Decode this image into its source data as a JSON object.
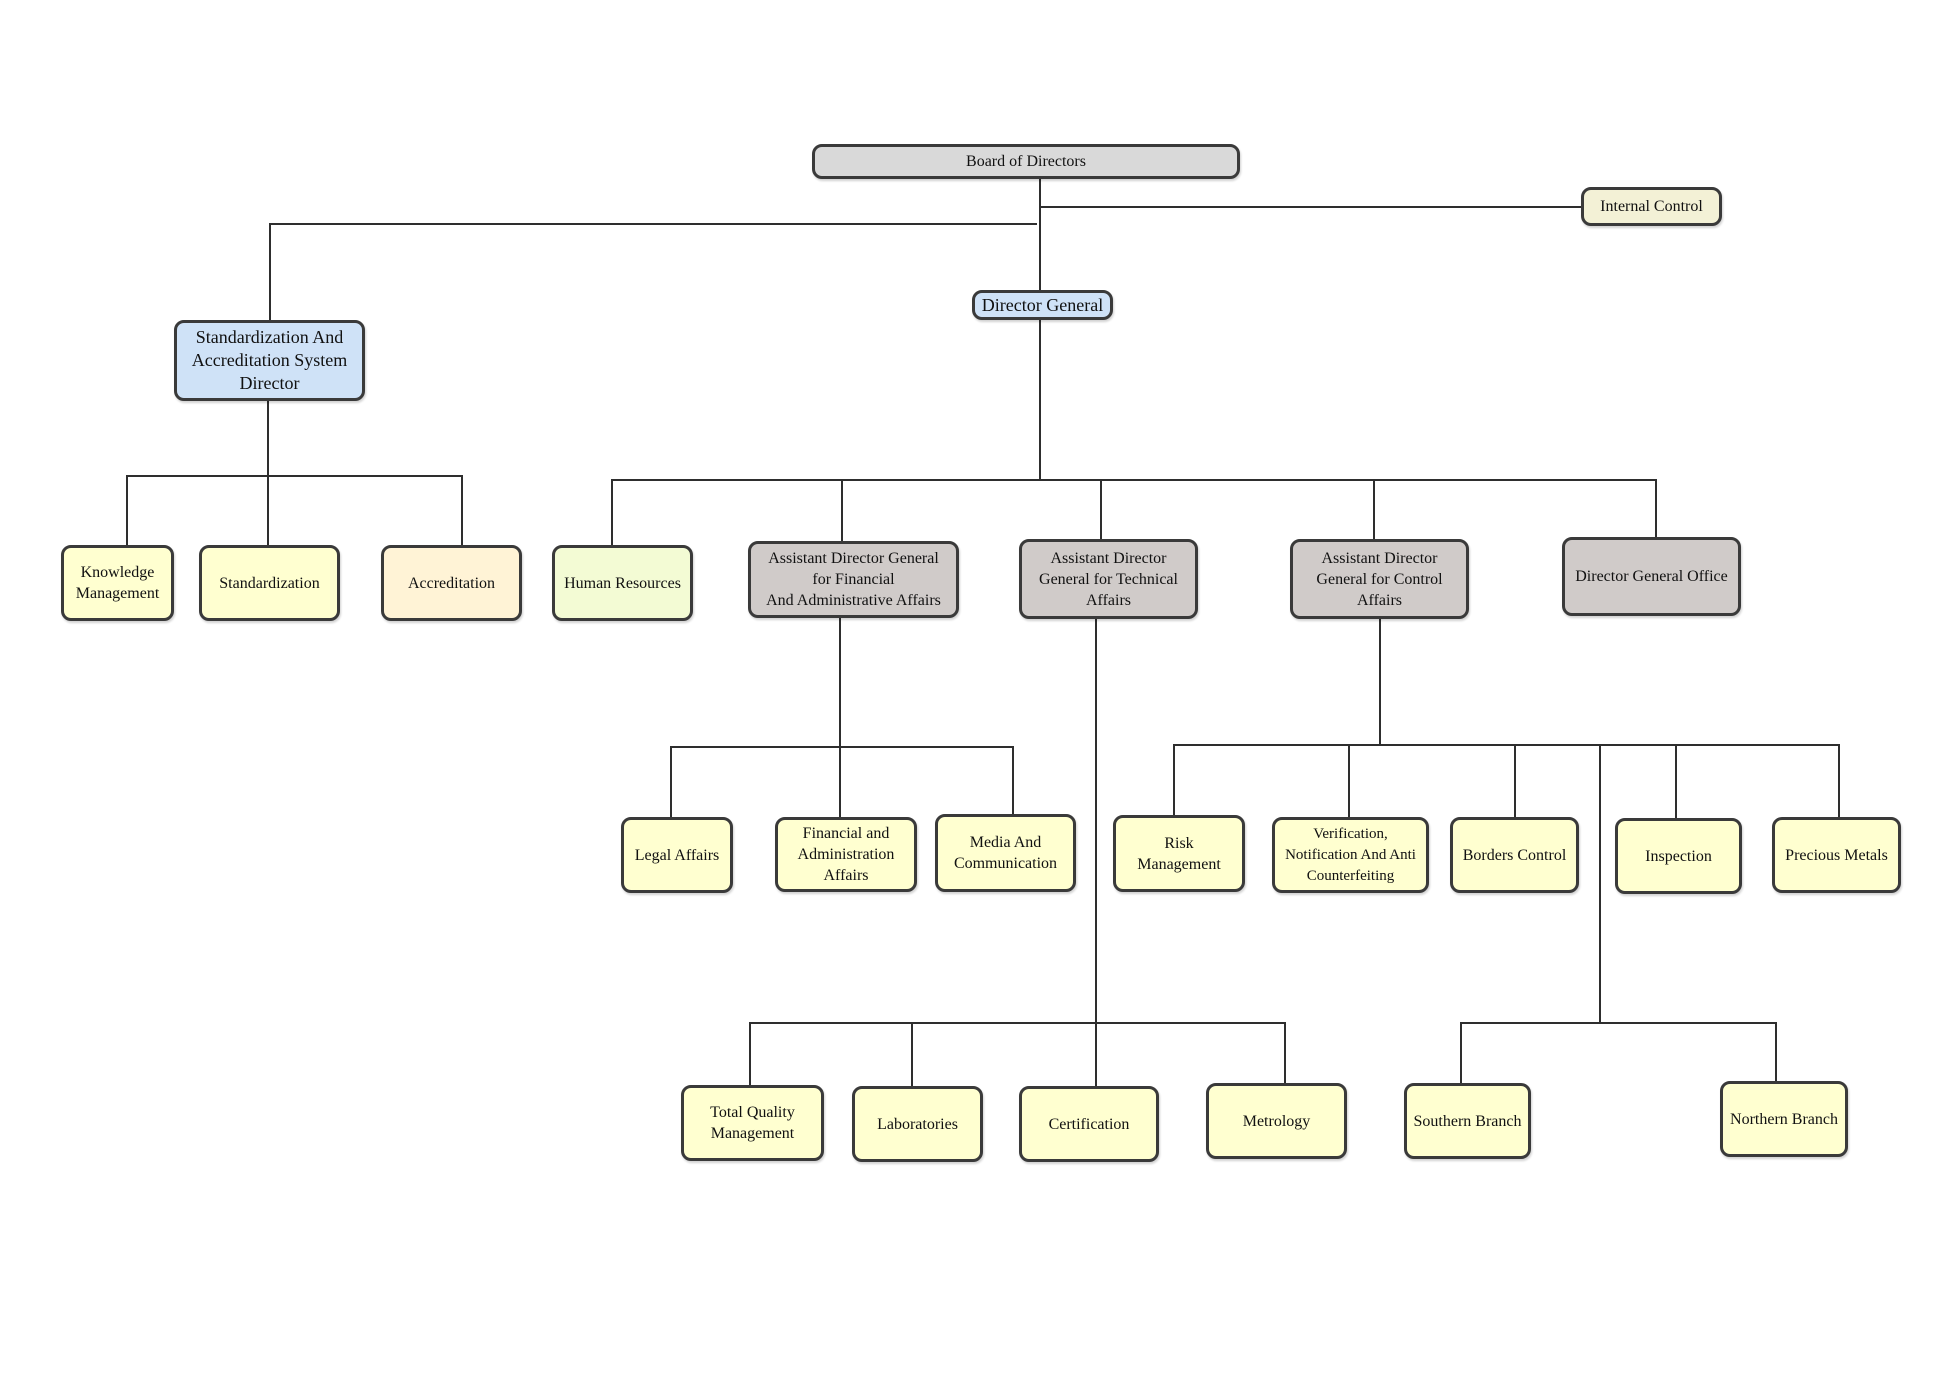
{
  "colors": {
    "connector": "#2e2e2e",
    "board": "#d9d9d9",
    "internal_control": "#f3f1d6",
    "director": "#cfe2f7",
    "unit": "#ffffd0",
    "accreditation": "#fff3d6",
    "human_resources": "#f3fbd4",
    "assistant": "#d0cbc9"
  },
  "nodes": {
    "board_of_directors": "Board of Directors",
    "internal_control": "Internal Control",
    "director_general": "Director General",
    "standardization_director": "Standardization And\nAccreditation System\nDirector",
    "knowledge_management": "Knowledge\nManagement",
    "standardization": "Standardization",
    "accreditation": "Accreditation",
    "human_resources": "Human Resources",
    "adg_financial": "Assistant Director General\nfor Financial\nAnd Administrative Affairs",
    "adg_technical": "Assistant Director\nGeneral for Technical\nAffairs",
    "adg_control": "Assistant Director\nGeneral for Control\nAffairs",
    "director_general_office": "Director General Office",
    "legal_affairs": "Legal Affairs",
    "financial_administration": "Financial and\nAdministration\nAffairs",
    "media_communication": "Media And\nCommunication",
    "risk_management": "Risk\nManagement",
    "verification": "Verification,\nNotification And Anti\nCounterfeiting",
    "borders_control": "Borders Control",
    "inspection": "Inspection",
    "precious_metals": "Precious Metals",
    "total_quality": "Total Quality\nManagement",
    "laboratories": "Laboratories",
    "certification": "Certification",
    "metrology": "Metrology",
    "southern_branch": "Southern Branch",
    "northern_branch": "Northern Branch"
  }
}
